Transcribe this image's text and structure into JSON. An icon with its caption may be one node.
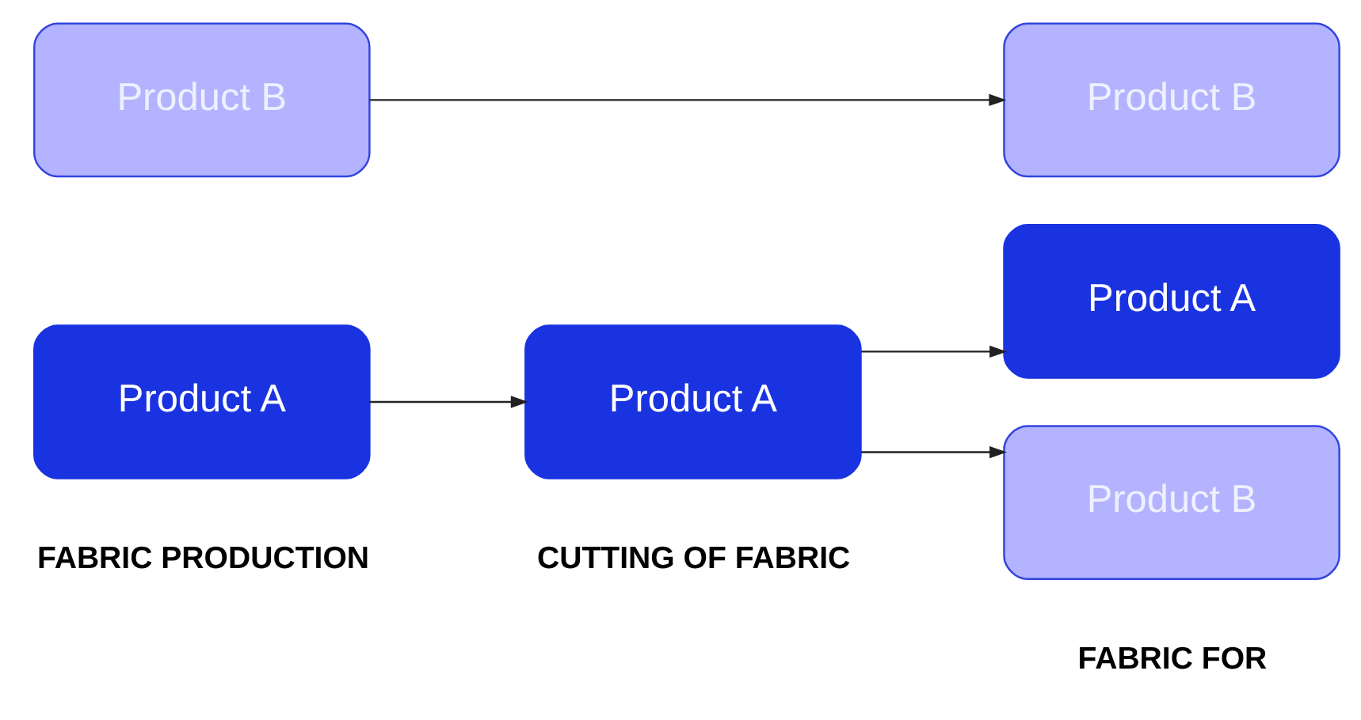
{
  "diagram": {
    "nodes": [
      {
        "text": [
          "Product A"
        ]
      },
      {
        "text": [
          "Product A"
        ]
      },
      {
        "text": [
          "Product A"
        ]
      },
      {
        "text": [
          "Product B"
        ]
      },
      {
        "text": [
          "Product B"
        ]
      },
      {
        "text": [
          "Product B"
        ]
      }
    ],
    "edges": [
      {
        "from": 0,
        "to": 1,
        "arrow": "to"
      },
      {
        "from": 1,
        "to": 2,
        "arrow": "to"
      },
      {
        "from": 1,
        "to": 3,
        "arrow": "to"
      },
      {
        "from": 4,
        "to": 5,
        "arrow": "to"
      }
    ],
    "labels": [
      "FABRIC PRODUCTION",
      "CUTTING OF FABRIC",
      "FABRIC FOR"
    ]
  }
}
